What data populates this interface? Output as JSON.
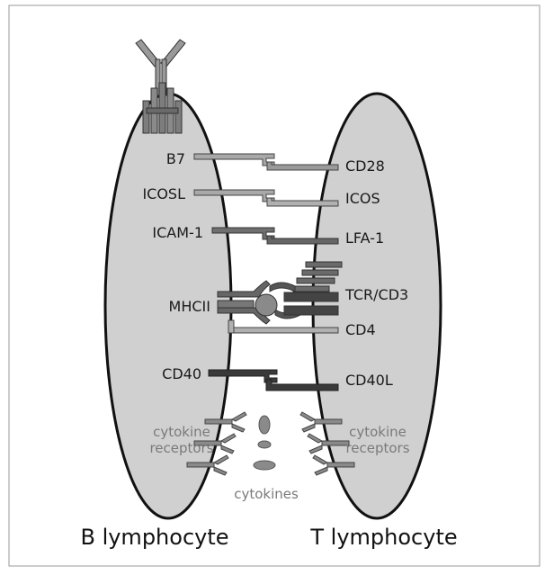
{
  "cells": {
    "left_caption": "B lymphocyte",
    "right_caption": "T lymphocyte"
  },
  "b_cell_labels": {
    "b7": "B7",
    "icosl": "ICOSL",
    "icam1": "ICAM-1",
    "mhcii": "MHCII",
    "cd40": "CD40"
  },
  "t_cell_labels": {
    "cd28": "CD28",
    "icos": "ICOS",
    "lfa1": "LFA-1",
    "tcr_cd3": "TCR/CD3",
    "cd4": "CD4",
    "cd40l": "CD40L"
  },
  "cytokine_labels": {
    "left_line1": "cytokine",
    "left_line2": "receptors",
    "right_line1": "cytokine",
    "right_line2": "receptors",
    "center": "cytokines"
  },
  "colors": {
    "cell_fill": "#d0d0d0",
    "outline": "#111111",
    "light_receptor": "#a9a9a9",
    "mid_receptor": "#8a8a8a",
    "dark_receptor": "#555555",
    "darkest_receptor": "#3a3a3a"
  },
  "icons": {
    "antibody": "Y-shaped-antibody-icon"
  }
}
